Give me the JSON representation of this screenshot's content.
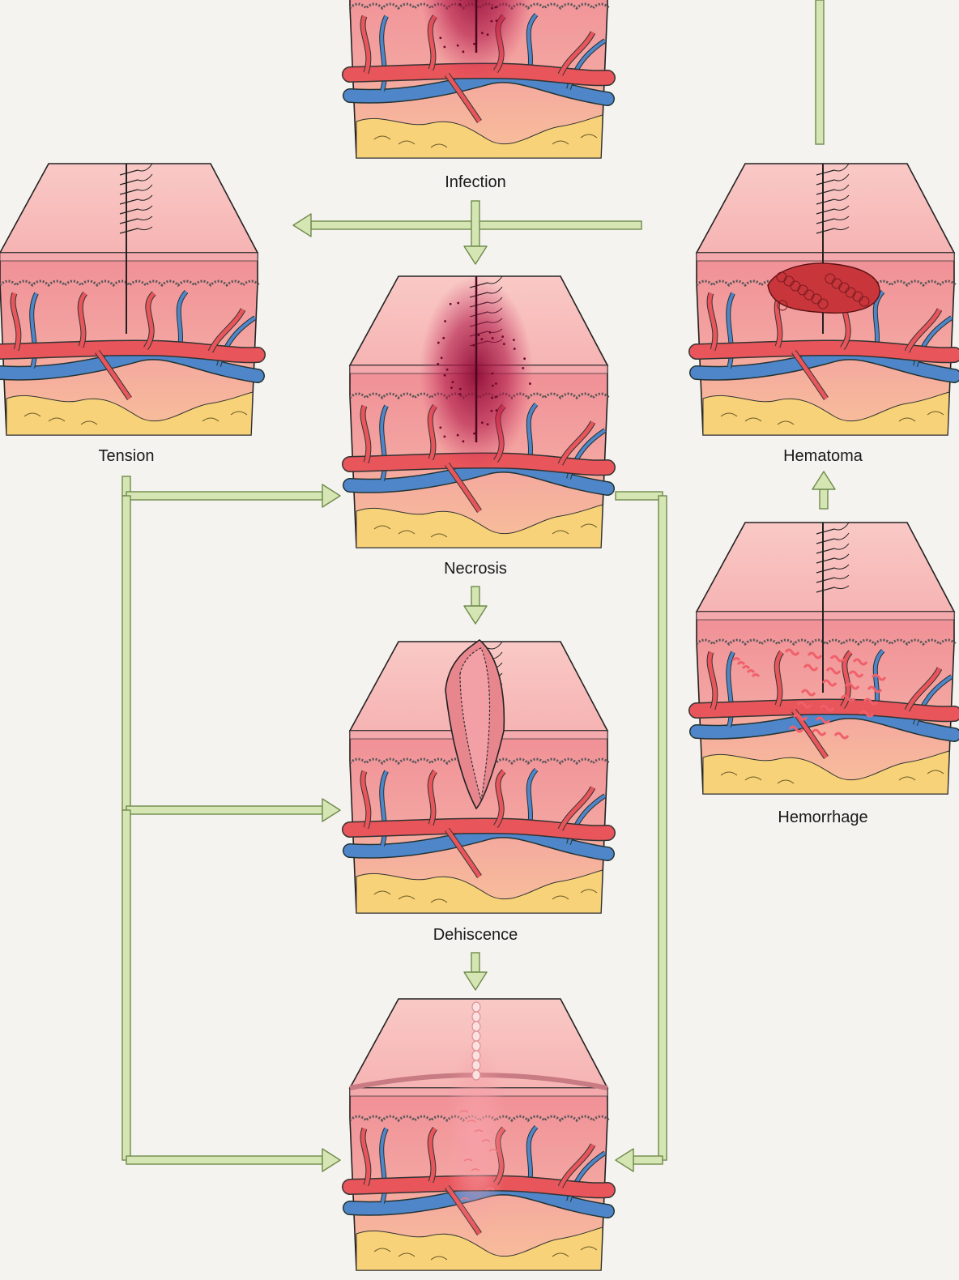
{
  "diagram": {
    "nodes": [
      {
        "id": "infection",
        "label": "Infection",
        "variant": "infected"
      },
      {
        "id": "tension",
        "label": "Tension",
        "variant": "sutured"
      },
      {
        "id": "hematoma",
        "label": "Hematoma",
        "variant": "hematoma"
      },
      {
        "id": "necrosis",
        "label": "Necrosis",
        "variant": "necrosis"
      },
      {
        "id": "hemorrhage",
        "label": "Hemorrhage",
        "variant": "hemorrhage"
      },
      {
        "id": "dehiscence",
        "label": "Dehiscence",
        "variant": "dehiscence"
      },
      {
        "id": "scar",
        "label": "",
        "variant": "scar"
      }
    ],
    "edges": [
      {
        "from": "infection",
        "to": "tension"
      },
      {
        "from": "infection",
        "to": "necrosis"
      },
      {
        "from": "hematoma",
        "to": "infection"
      },
      {
        "from": "hemorrhage",
        "to": "hematoma"
      },
      {
        "from": "tension",
        "to": "necrosis"
      },
      {
        "from": "tension",
        "to": "dehiscence"
      },
      {
        "from": "tension",
        "to": "scar"
      },
      {
        "from": "necrosis",
        "to": "dehiscence"
      },
      {
        "from": "necrosis",
        "to": "scar"
      },
      {
        "from": "dehiscence",
        "to": "scar"
      }
    ]
  },
  "colors": {
    "background": "#f4f3ef",
    "arrow_fill": "#d5e6b4",
    "arrow_stroke": "#6f8a4a",
    "epidermis_top": "#f8c2c0",
    "dermis": "#f2a3a3",
    "artery": "#e8555a",
    "vein": "#4f86c9",
    "fat": "#f7d278",
    "infection": "#a3103e",
    "hematoma": "#c8363c"
  }
}
